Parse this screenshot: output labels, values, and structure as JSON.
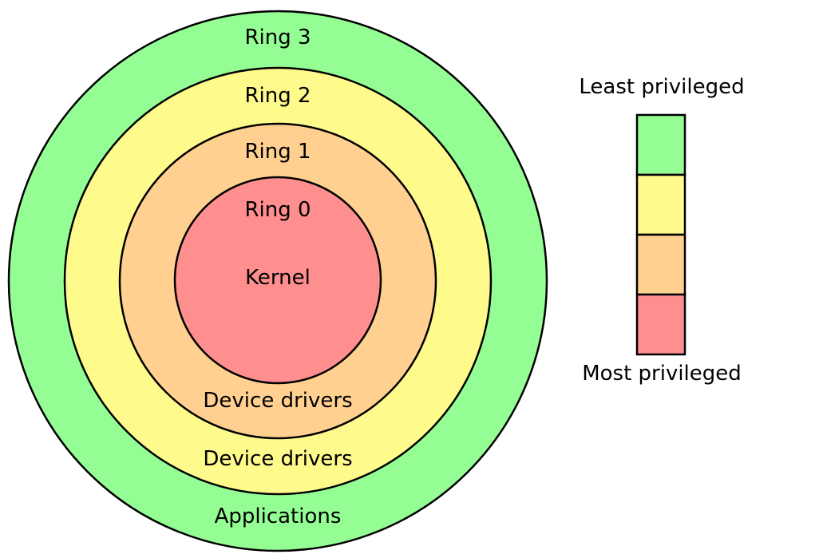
{
  "rings": [
    {
      "name": "Ring 3",
      "content": "Applications",
      "color": "#94fd94"
    },
    {
      "name": "Ring 2",
      "content": "Device drivers",
      "color": "#fffa8c"
    },
    {
      "name": "Ring 1",
      "content": "Device drivers",
      "color": "#ffd090"
    },
    {
      "name": "Ring 0",
      "content": "Kernel",
      "color": "#ff8f8f"
    }
  ],
  "legend": {
    "top_label": "Least privileged",
    "bottom_label": "Most privileged"
  }
}
